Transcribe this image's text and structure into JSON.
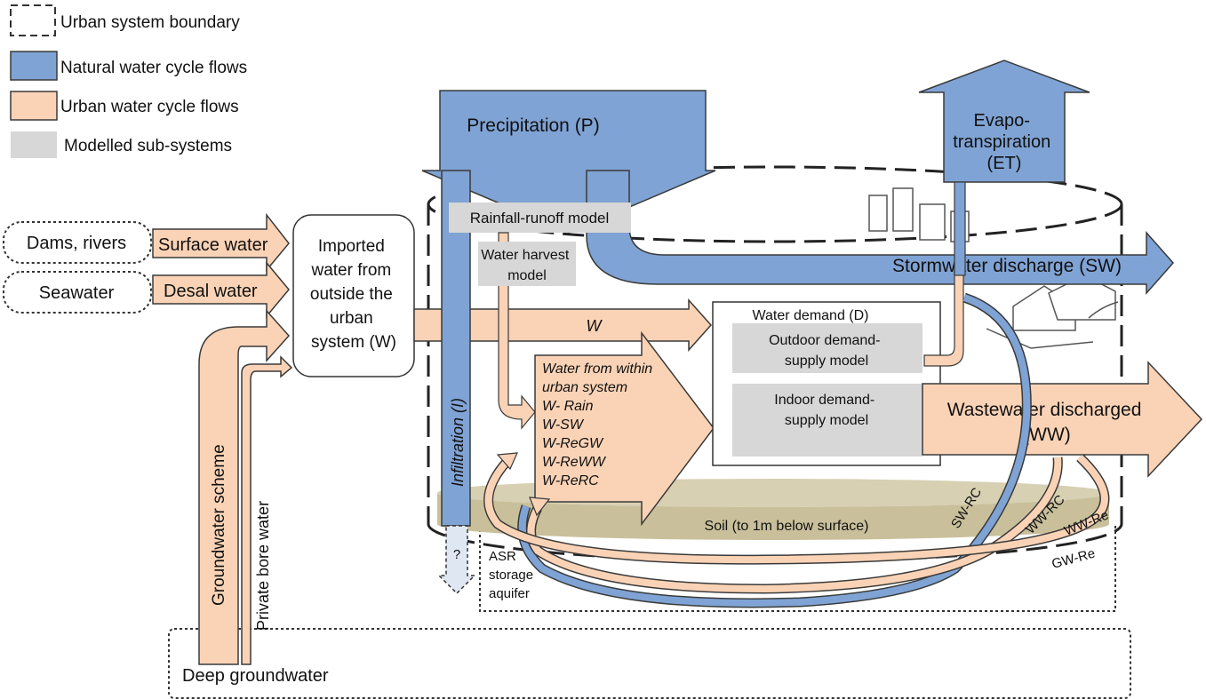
{
  "legend": {
    "boundary": "Urban system boundary",
    "natural": "Natural water cycle flows",
    "urban": "Urban water cycle flows",
    "modelled": "Modelled sub-systems"
  },
  "sources": {
    "dams": "Dams, rivers",
    "seawater": "Seawater",
    "deep_groundwater": "Deep groundwater"
  },
  "flows": {
    "surface_water": "Surface water",
    "desal_water": "Desal water",
    "groundwater_scheme": "Groundwater scheme",
    "private_bore": "Private bore water",
    "w": "W",
    "precip": "Precipitation (P)",
    "et_1": "Evapo-",
    "et_2": "transpiration",
    "et_3": "(ET)",
    "stormwater": "Stormwater discharge (SW)",
    "wastewater_1": "Wastewater discharged",
    "wastewater_2": "(WW)",
    "infiltration": "Infiltration (I)",
    "sw_rc": "SW-RC",
    "ww_rc": "WW-RC",
    "ww_re": "WW-Re",
    "gw_re": "GW-Re"
  },
  "imported": [
    "Imported",
    "water from",
    "outside the",
    "urban",
    "system (W)"
  ],
  "within": [
    "Water from within",
    "urban system",
    "W- Rain",
    "W-SW",
    "W-ReGW",
    "W-ReWW",
    "W-ReRC"
  ],
  "models": {
    "rainfall_runoff": "Rainfall-runoff model",
    "harvest_1": "Water harvest",
    "harvest_2": "model",
    "demand_title": "Water demand (D)",
    "outdoor_1": "Outdoor demand-",
    "outdoor_2": "supply model",
    "indoor_1": "Indoor demand-",
    "indoor_2": "supply model"
  },
  "soil": "Soil (to 1m below surface)",
  "asr": {
    "q": "?",
    "l1": "ASR",
    "l2": "storage",
    "l3": "aquifer"
  },
  "colors": {
    "natural": "#7fa3d4",
    "urban": "#fad3b6",
    "modelled": "#d7d7d7",
    "soil": "#c9c09b",
    "stroke": "#3a3a3a"
  }
}
